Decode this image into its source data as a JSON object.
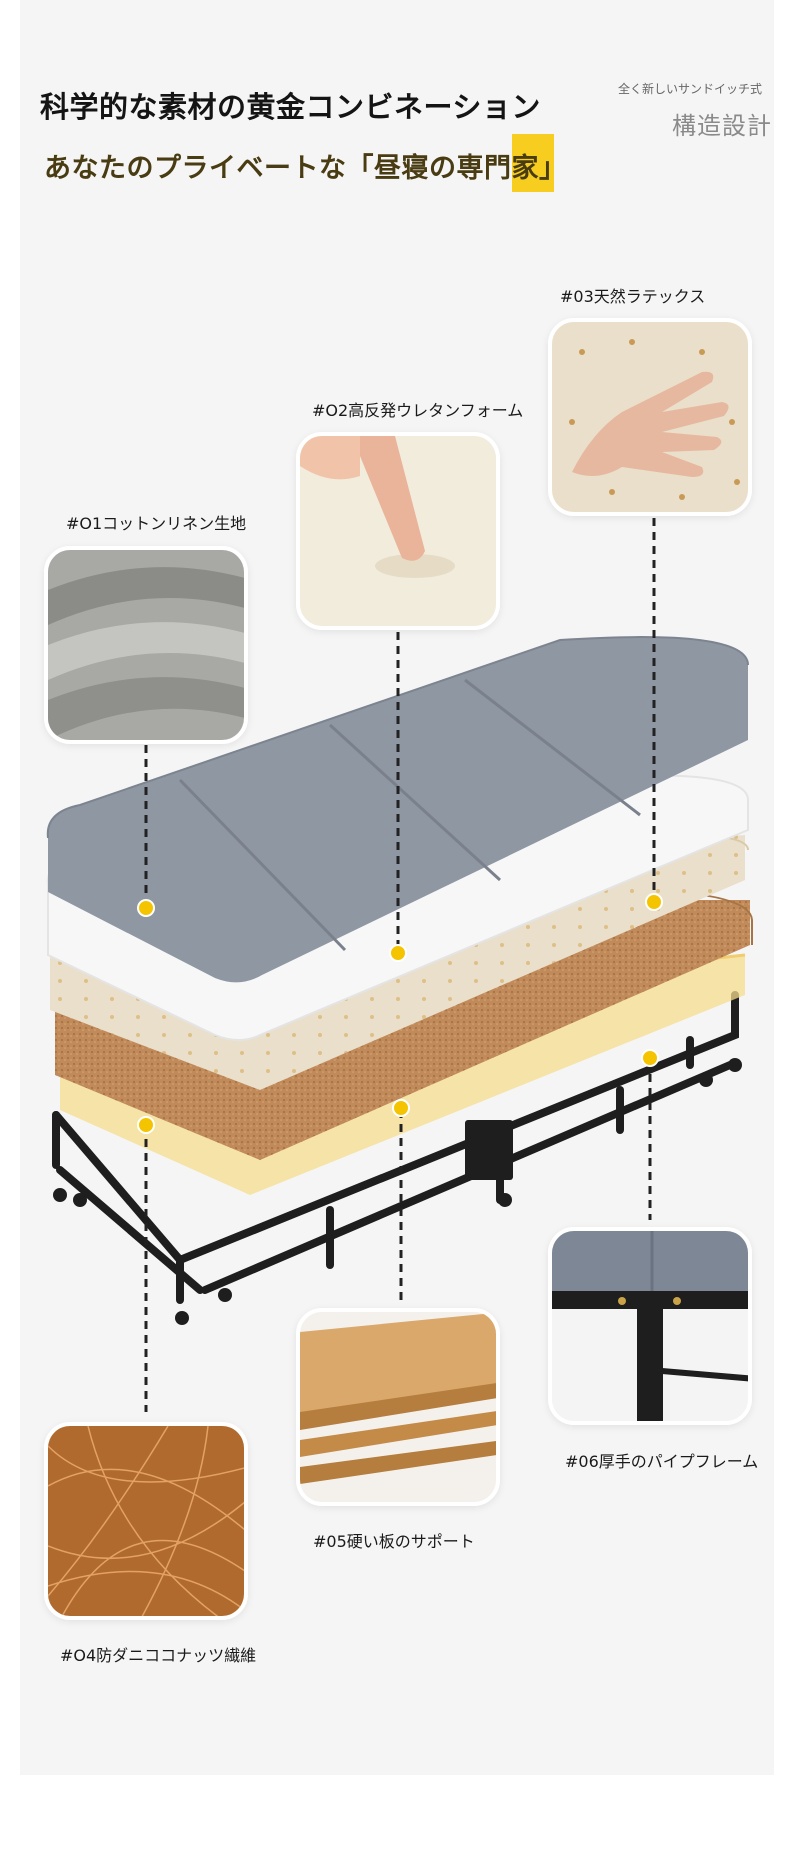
{
  "header": {
    "title_line1": "科学的な素材の黄金コンビネーション",
    "title_line2": "あなたのプライベートな「昼寝の専門家」",
    "tag_small": "全く新しいサンドイッチ式",
    "tag_large": "構造設計"
  },
  "layers": [
    {
      "label": "#O1コットンリネン生地",
      "icon": "fabric-swatch"
    },
    {
      "label": "#O2高反発ウレタンフォーム",
      "icon": "foam-finger-press"
    },
    {
      "label": "#03天然ラテックス",
      "icon": "latex-hand-press"
    },
    {
      "label": "#O4防ダニココナッツ繊維",
      "icon": "coconut-fiber"
    },
    {
      "label": "#05硬い板のサポート",
      "icon": "wood-boards"
    },
    {
      "label": "#06厚手のパイプフレーム",
      "icon": "pipe-frame-closeup"
    }
  ],
  "colors": {
    "accent": "#f5c400",
    "fabric": "#8f97a3",
    "foam": "#f4f4f4",
    "latex": "#eadfca",
    "coconut": "#c49062",
    "board": "#f6dc8c",
    "frame": "#1e1e1e"
  }
}
